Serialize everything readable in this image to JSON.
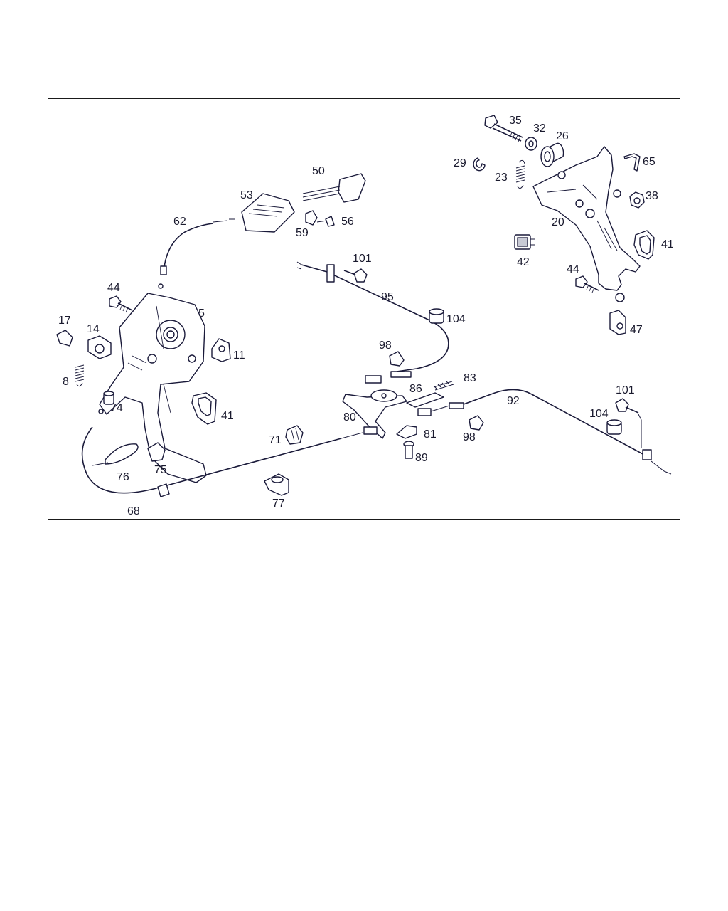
{
  "diagram": {
    "labels": [
      {
        "id": "p35",
        "text": "35"
      },
      {
        "id": "p32",
        "text": "32"
      },
      {
        "id": "p26",
        "text": "26"
      },
      {
        "id": "p29",
        "text": "29"
      },
      {
        "id": "p23",
        "text": "23"
      },
      {
        "id": "p65",
        "text": "65"
      },
      {
        "id": "p38",
        "text": "38"
      },
      {
        "id": "p20",
        "text": "20"
      },
      {
        "id": "p41a",
        "text": "41"
      },
      {
        "id": "p42",
        "text": "42"
      },
      {
        "id": "p44a",
        "text": "44"
      },
      {
        "id": "p47",
        "text": "47"
      },
      {
        "id": "p50",
        "text": "50"
      },
      {
        "id": "p53",
        "text": "53"
      },
      {
        "id": "p62",
        "text": "62"
      },
      {
        "id": "p56",
        "text": "56"
      },
      {
        "id": "p59",
        "text": "59"
      },
      {
        "id": "p101a",
        "text": "101"
      },
      {
        "id": "p95",
        "text": "95"
      },
      {
        "id": "p104a",
        "text": "104"
      },
      {
        "id": "p44b",
        "text": "44"
      },
      {
        "id": "p5",
        "text": "5"
      },
      {
        "id": "p17",
        "text": "17"
      },
      {
        "id": "p14",
        "text": "14"
      },
      {
        "id": "p11",
        "text": "11"
      },
      {
        "id": "p8",
        "text": "8"
      },
      {
        "id": "p74",
        "text": "74"
      },
      {
        "id": "p41b",
        "text": "41"
      },
      {
        "id": "p98a",
        "text": "98"
      },
      {
        "id": "p83",
        "text": "83"
      },
      {
        "id": "p86",
        "text": "86"
      },
      {
        "id": "p92",
        "text": "92"
      },
      {
        "id": "p101b",
        "text": "101"
      },
      {
        "id": "p104b",
        "text": "104"
      },
      {
        "id": "p80",
        "text": "80"
      },
      {
        "id": "p71",
        "text": "71"
      },
      {
        "id": "p81",
        "text": "81"
      },
      {
        "id": "p98b",
        "text": "98"
      },
      {
        "id": "p89",
        "text": "89"
      },
      {
        "id": "p76",
        "text": "76"
      },
      {
        "id": "p75",
        "text": "75"
      },
      {
        "id": "p77",
        "text": "77"
      },
      {
        "id": "p68",
        "text": "68"
      }
    ]
  }
}
